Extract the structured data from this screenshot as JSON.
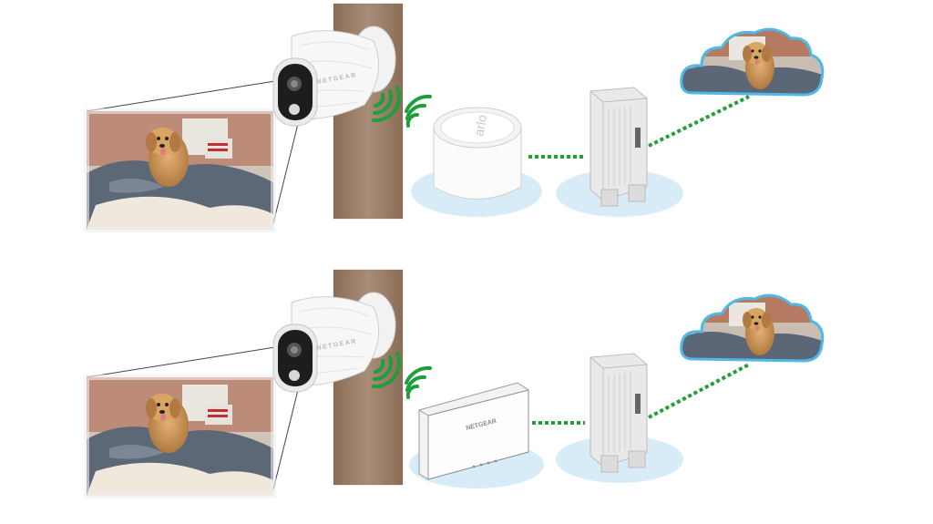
{
  "rows": [
    {
      "camera_brand": "NETGEAR",
      "hub_label": "arlo",
      "hub_type": "base-station"
    },
    {
      "camera_brand": "NETGEAR",
      "hub_label": "NETGEAR",
      "hub_type": "router"
    }
  ],
  "colors": {
    "wifi_green": "#1e9e3c",
    "link_green": "#22a03a",
    "pad_blue": "#d8ecf8",
    "cloud_border": "#4fb8e6",
    "post_brown": "#9b7f6a"
  },
  "icons": [
    "camera-icon",
    "wifi-icon",
    "base-station-icon",
    "router-icon",
    "modem-icon",
    "cloud-icon",
    "dog-photo"
  ]
}
